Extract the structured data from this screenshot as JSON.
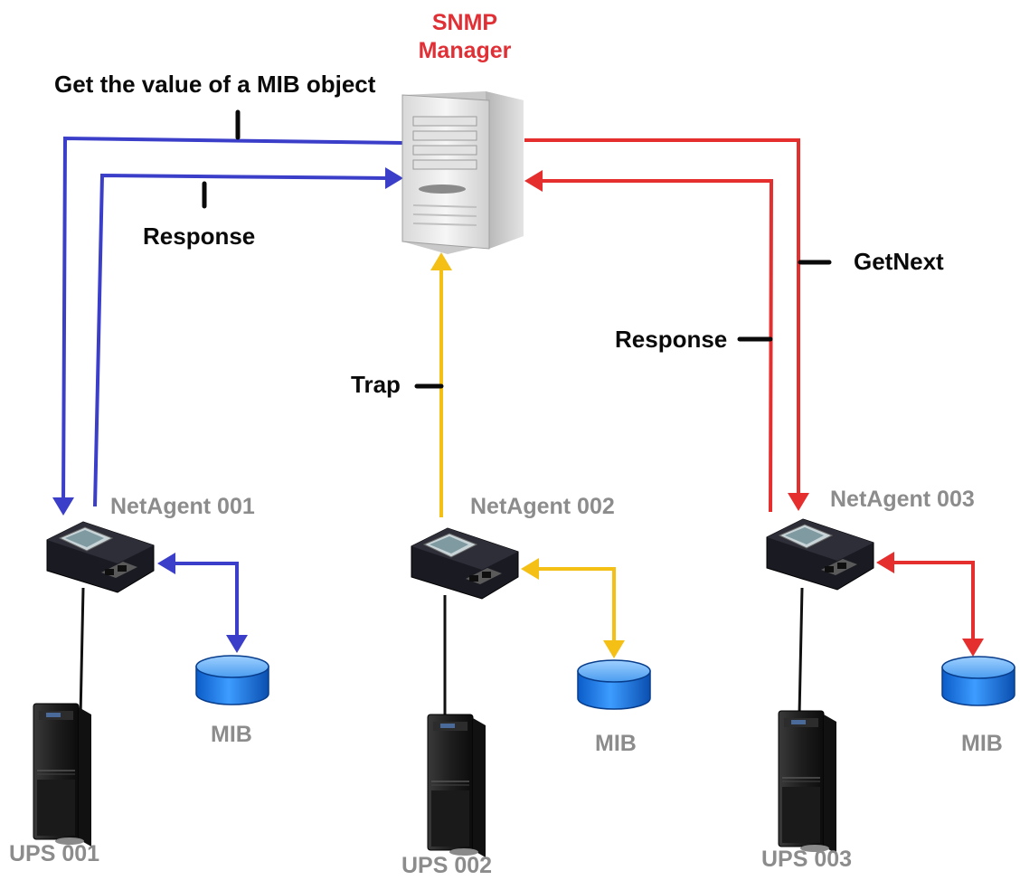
{
  "manager": {
    "line1": "SNMP",
    "line2": "Manager"
  },
  "messages": {
    "get_value": "Get the value of a MIB object",
    "response_left": "Response",
    "trap": "Trap",
    "getnext": "GetNext",
    "response_right": "Response"
  },
  "agents": [
    {
      "name": "NetAgent 001",
      "ups": "UPS 001",
      "mib": "MIB"
    },
    {
      "name": "NetAgent 002",
      "ups": "UPS 002",
      "mib": "MIB"
    },
    {
      "name": "NetAgent 003",
      "ups": "UPS 003",
      "mib": "MIB"
    }
  ],
  "colors": {
    "blue_flow": "#3a3ec8",
    "yellow_flow": "#f5c016",
    "red_flow": "#e52e2e",
    "manager_label": "#e03036",
    "device_label": "#8c8c8c",
    "mib_cylinder": "#1a6fe0"
  }
}
